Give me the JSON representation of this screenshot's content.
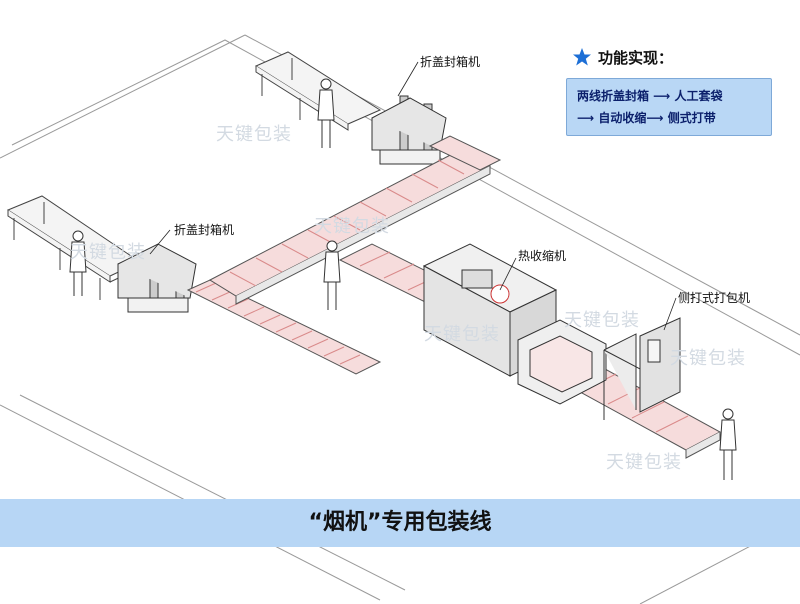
{
  "functions": {
    "title": "功能实现：",
    "line1": "两线折盖封箱 ⟶ 人工套袋",
    "line2": "⟶ 自动收缩⟶ 侧式打带"
  },
  "machines": {
    "folder_sealer_1": "折盖封箱机",
    "folder_sealer_2": "折盖封箱机",
    "heat_shrink": "热收缩机",
    "side_strapper": "侧打式打包机"
  },
  "banner": "“烟机”专用包装线",
  "watermark": "天键包装",
  "colors": {
    "accent_blue": "#1d6fd6",
    "banner_bg": "#b7d6f5",
    "box_bg": "#b9d7f5",
    "roller": "#e9b5b5"
  }
}
